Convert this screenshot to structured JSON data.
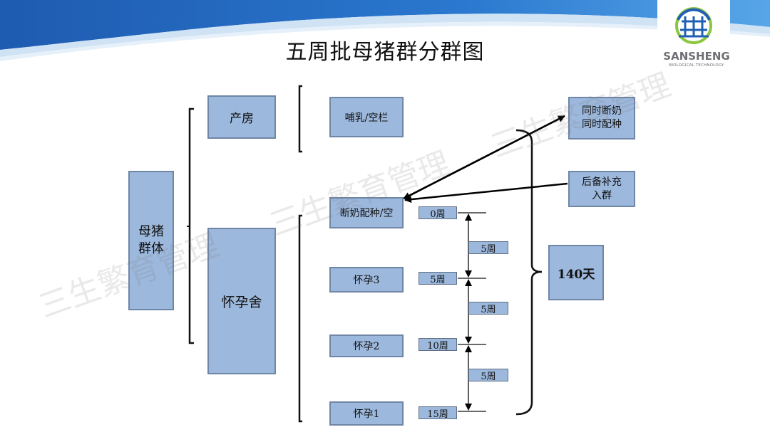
{
  "title": "五周批母猪群分群图",
  "logo": {
    "text": "SANSHENG",
    "subtext": "BIOLOGICAL TECHNOLOGY"
  },
  "watermark": {
    "text": "三生繁育管理"
  },
  "nodes": {
    "herd": [
      "母猪",
      "群体"
    ],
    "farrowing": "产房",
    "gestation": "怀孕舍",
    "nursing": "哺乳/空栏",
    "weaning": "断奶配种/空",
    "preg3": "怀孕3",
    "preg2": "怀孕2",
    "preg1": "怀孕1",
    "sync": [
      "同时断奶",
      "同时配种"
    ],
    "gilts": [
      "后备补充",
      "入群"
    ],
    "cycle": "140天"
  },
  "weeks": {
    "w0": "0周",
    "w5": "5周",
    "w10": "10周",
    "w15": "15周",
    "gap1": "5周",
    "gap2": "5周",
    "gap3": "5周"
  },
  "colors": {
    "box": "#9cb8dc",
    "border": "#6f86a6",
    "header_blue": "#1f5fb4"
  }
}
